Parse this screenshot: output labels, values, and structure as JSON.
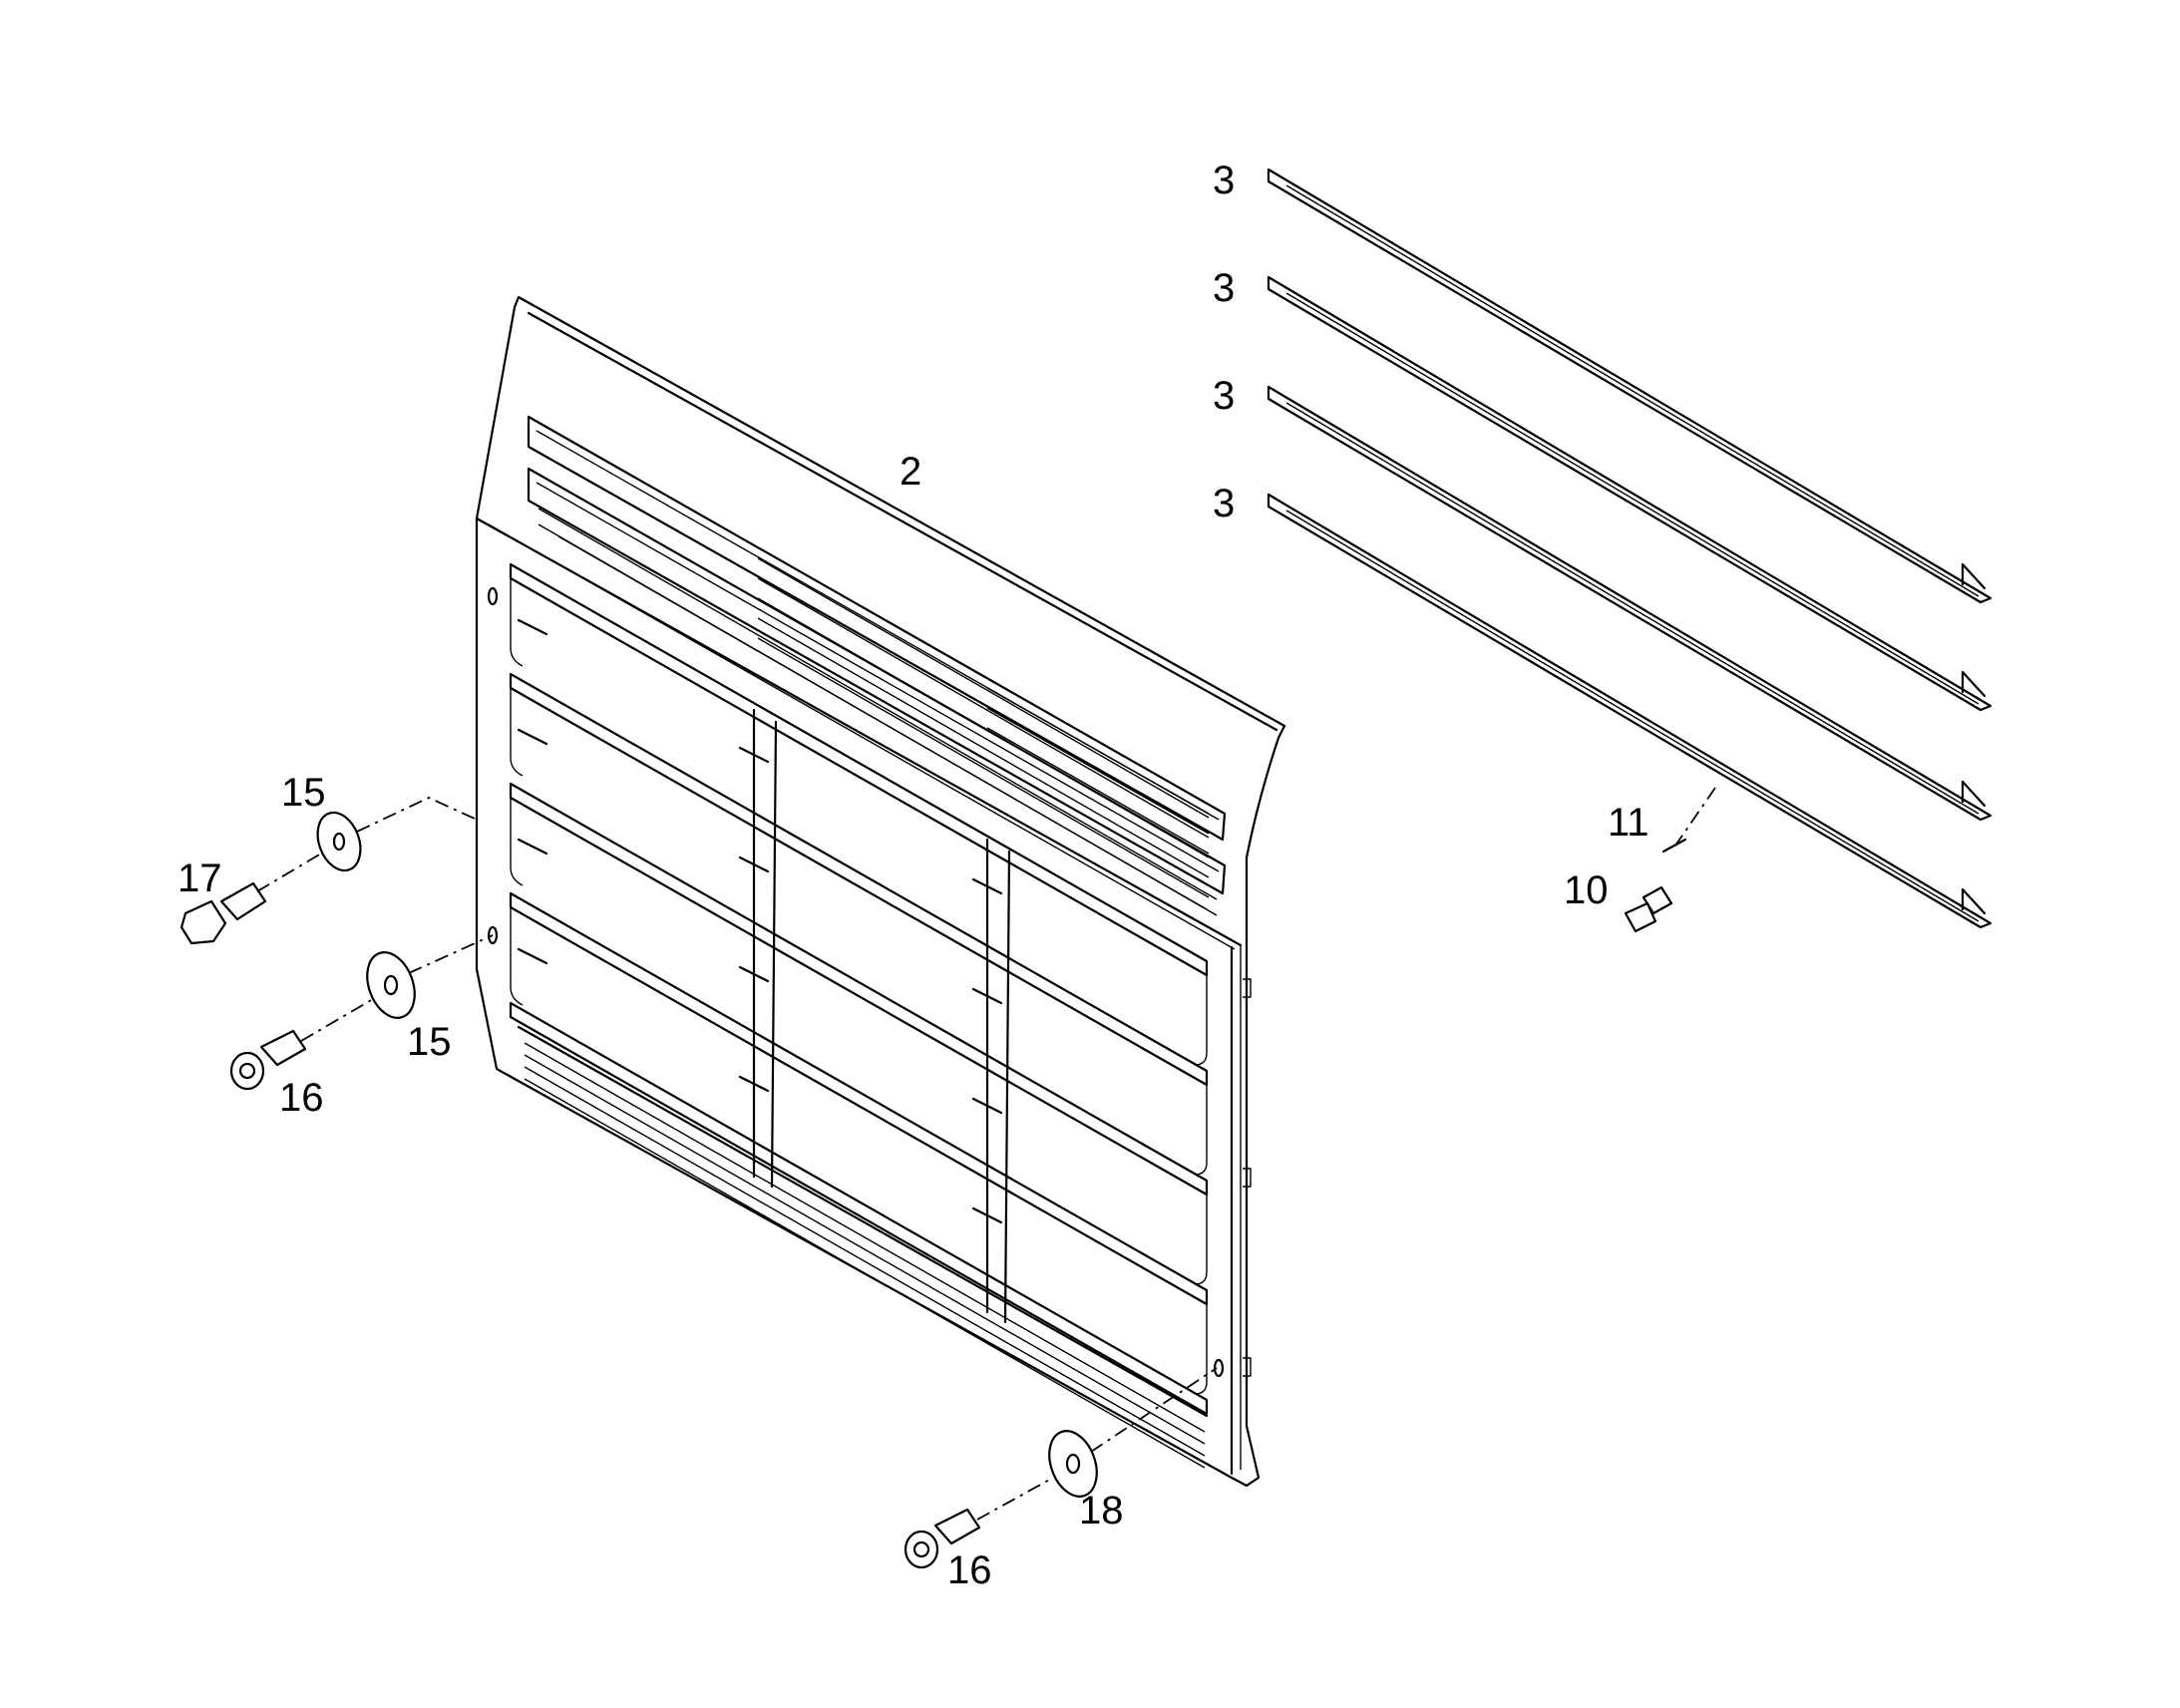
{
  "callouts": [
    {
      "id": "c-2",
      "label": "2"
    },
    {
      "id": "c-3a",
      "label": "3"
    },
    {
      "id": "c-3b",
      "label": "3"
    },
    {
      "id": "c-3c",
      "label": "3"
    },
    {
      "id": "c-3d",
      "label": "3"
    },
    {
      "id": "c-11",
      "label": "11"
    },
    {
      "id": "c-10",
      "label": "10"
    },
    {
      "id": "c-15a",
      "label": "15"
    },
    {
      "id": "c-17",
      "label": "17"
    },
    {
      "id": "c-15b",
      "label": "15"
    },
    {
      "id": "c-16a",
      "label": "16"
    },
    {
      "id": "c-18",
      "label": "18"
    },
    {
      "id": "c-16b",
      "label": "16"
    }
  ]
}
